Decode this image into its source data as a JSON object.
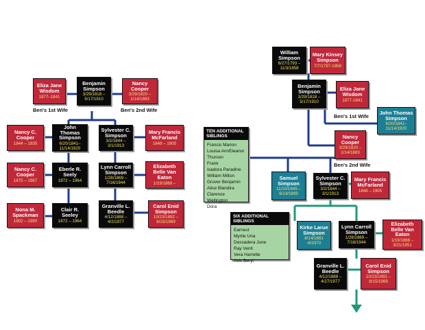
{
  "colors": {
    "male": "#0a0a0a",
    "female": "#c0283a",
    "sibling": "#1d7f94",
    "line_left": "#1f3b8f",
    "line_right_top": "#1f3b8f",
    "line_right_bottom": "#1e9a78",
    "siblings_box": "#a7d4a3"
  },
  "left": {
    "eliza": {
      "name": "Eliza Jane Wisdom",
      "dates": "1877–1841"
    },
    "benjamin": {
      "name": "Benjamin Simpson",
      "dates": "3/29/1818 – 5/17/1910"
    },
    "nancy_cooper": {
      "name": "Nancy Cooper",
      "dates": "3/29/1820 – 1/14/1883"
    },
    "bens_1st_wife": "Ben's 1st Wife",
    "bens_2nd_wife": "Ben's 2nd Wife",
    "nancy_c": {
      "name": "Nancy C. Cooper",
      "dates": "1844 – 1935"
    },
    "john_thomas": {
      "name": "John Thomas Simpson",
      "dates": "6/20/1841– 11/14/1920"
    },
    "sylvester": {
      "name": "Sylvester C. Simpson",
      "dates": "3/2/1844 – 3/1/1913"
    },
    "mary_francis": {
      "name": "Mary Francis McFarland",
      "dates": "1848 – 1905"
    },
    "nancy_c2": {
      "name": "Nancy C. Cooper",
      "dates": "1875 – 1967"
    },
    "eberle": {
      "name": "Eberle R. Seely",
      "dates": "1872 – 1964"
    },
    "lynn": {
      "name": "Lynn Carroll Simpson",
      "dates": "1/28/1869 – 7/16/1944"
    },
    "elizabeth": {
      "name": "Elizabeth Belle Van Eaton",
      "dates": "1/19/1868 –"
    },
    "nona": {
      "name": "Nona M. Spackman",
      "dates": "1902 – 1990"
    },
    "clair": {
      "name": "Clair R. Seeley",
      "dates": "1872 – 1964"
    },
    "granville": {
      "name": "Granville L. Beedle",
      "dates": "4/12/1888 – 4/2/1977"
    },
    "carol": {
      "name": "Carol Enid Simpson",
      "dates": "10/23/1892 – 8/15/1969"
    }
  },
  "right": {
    "william": {
      "name": "William Simpson",
      "dates": "6/27/1793 – 11/3/1858"
    },
    "mary_kinsey": {
      "name": "Mary Kinsey Simpson",
      "dates": "7/7/1797-1858"
    },
    "benjamin": {
      "name": "Benjamin Simpson",
      "dates": "3/29/1818 – 5/17/1910"
    },
    "eliza": {
      "name": "Eliza Jane Wisdom",
      "dates": "1877-1841"
    },
    "bens_1st_wife": "Ben's 1st Wife",
    "john_thomas": {
      "name": "John Thomas Simpson",
      "dates": "6/20/1841– 11/14/1920"
    },
    "nancy": {
      "name": "Nancy Cooper",
      "dates": "3/29/1820 – 1/14/1883"
    },
    "bens_2nd_wife": "Ben's 2nd Wife",
    "samuel": {
      "name": "Samuel Simpson",
      "dates": "11/10/1845 – 6/14/1899"
    },
    "sylvester": {
      "name": "Sylvester C. Simpson",
      "dates": "3/2/1844 – 3/1/1913"
    },
    "mary_francis": {
      "name": "Mary Francis McFarland",
      "dates": "1848 – 1905"
    },
    "kirke": {
      "name": "Kirke Larue Simpson",
      "dates": "8/14/1881 -6/1972"
    },
    "lynn": {
      "name": "Lynn Carroll Simpson",
      "dates": "1/28/1869 – 7/16/1944"
    },
    "elizabeth": {
      "name": "Elizabeth Belle Van Eaton",
      "dates": "1/19/1868 – 3/21/1951"
    },
    "granville": {
      "name": "Granville L. Beedle",
      "dates": "4/12/1888 – 4/27/1977"
    },
    "carol": {
      "name": "Carol Enid Simpson",
      "dates": "10/23/1892 – 8/15/1969"
    },
    "ten_siblings": {
      "title": "TEN ADDITIONAL SIBLINGS",
      "names": [
        "Francis Marion",
        "Louisa AnnEleanor",
        "Thurson",
        "Frank",
        "Isadora Paradine",
        "William Milton",
        "Grover Benjamin",
        "Alice Blandira",
        "Clarence Wellington",
        "Dora"
      ]
    },
    "six_siblings": {
      "title": "SIX ADDITIONAL SIBLINGS",
      "names": [
        "Earnest",
        "Myrtle Una",
        "Dessadera June",
        "Ray Venti",
        "Vera Harrette",
        "Avis Beryl"
      ]
    }
  }
}
